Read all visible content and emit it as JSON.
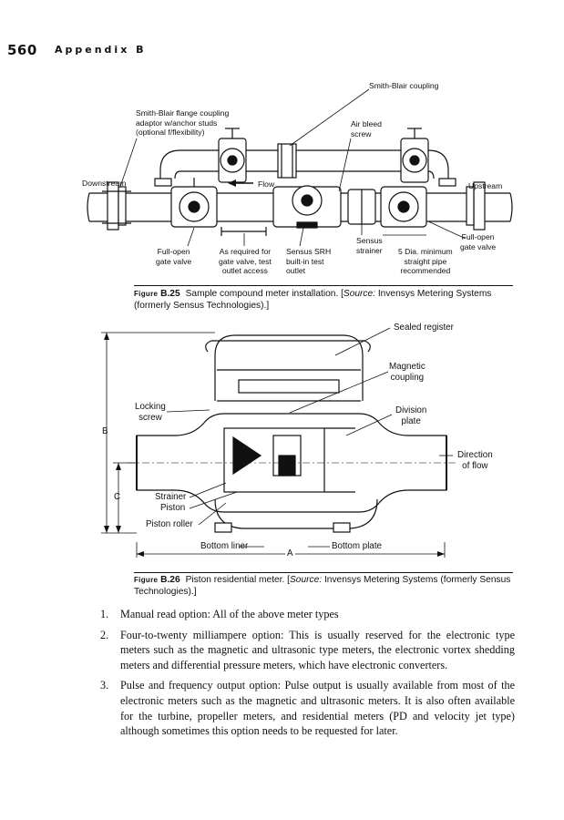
{
  "header": {
    "page_number": "560",
    "running_title": "Appendix B"
  },
  "figure_b25": {
    "labels": {
      "smith_blair_coupling": "Smith-Blair coupling",
      "flange_line1": "Smith-Blair flange coupling",
      "flange_line2": "adaptor w/anchor studs",
      "flange_line3": "(optional f/flexibility)",
      "air_bleed_line1": "Air bleed",
      "air_bleed_line2": "screw",
      "downstream": "Downstream",
      "flow": "Flow",
      "upstream": "Upstream",
      "full_open_right_line1": "Full-open",
      "full_open_right_line2": "gate valve",
      "full_open_left_line1": "Full-open",
      "full_open_left_line2": "gate valve",
      "as_required_line1": "As required for",
      "as_required_line2": "gate valve, test",
      "as_required_line3": "outlet access",
      "sensus_srh_line1": "Sensus SRH",
      "sensus_srh_line2": "built-in test",
      "sensus_srh_line3": "outlet",
      "sensus_strainer_line1": "Sensus",
      "sensus_strainer_line2": "strainer",
      "dia_line1": "5 Dia. minimum",
      "dia_line2": "straight pipe",
      "dia_line3": "recommended"
    },
    "caption": {
      "figure_label": "Figure",
      "figure_number": "B.25",
      "text_before_source": "Sample compound meter installation. [",
      "source_label": "Source:",
      "text_after_source": " Invensys Metering Systems (formerly Sensus Technologies).]"
    }
  },
  "figure_b26": {
    "labels": {
      "sealed_register": "Sealed register",
      "magnetic_line1": "Magnetic",
      "magnetic_line2": "coupling",
      "locking_line1": "Locking",
      "locking_line2": "screw",
      "division_line1": "Division",
      "division_line2": "plate",
      "direction_line1": "Direction",
      "direction_line2": "of flow",
      "dim_b": "B",
      "dim_c": "C",
      "strainer": "Strainer",
      "piston": "Piston",
      "piston_roller": "Piston roller",
      "bottom_liner": "Bottom liner",
      "bottom_plate": "Bottom plate",
      "dim_a": "A"
    },
    "caption": {
      "figure_label": "Figure",
      "figure_number": "B.26",
      "text_before_source": "Piston residential meter. [",
      "source_label": "Source:",
      "text_after_source": " Invensys Metering Systems (formerly Sensus Technologies).]"
    }
  },
  "list_items": [
    {
      "number": "1.",
      "text": "Manual read option: All of the above meter types"
    },
    {
      "number": "2.",
      "text": "Four-to-twenty milliampere option: This is usually reserved for the electronic type meters such as the magnetic and ultrasonic type meters, the electronic vortex shedding meters and differential pressure meters, which have electronic converters."
    },
    {
      "number": "3.",
      "text": "Pulse and frequency output option: Pulse output is usually available from most of the electronic meters such as the magnetic and ultrasonic meters. It is also often available for the turbine, propeller meters, and residential meters (PD and velocity jet type) although sometimes this option needs to be requested for later."
    }
  ]
}
